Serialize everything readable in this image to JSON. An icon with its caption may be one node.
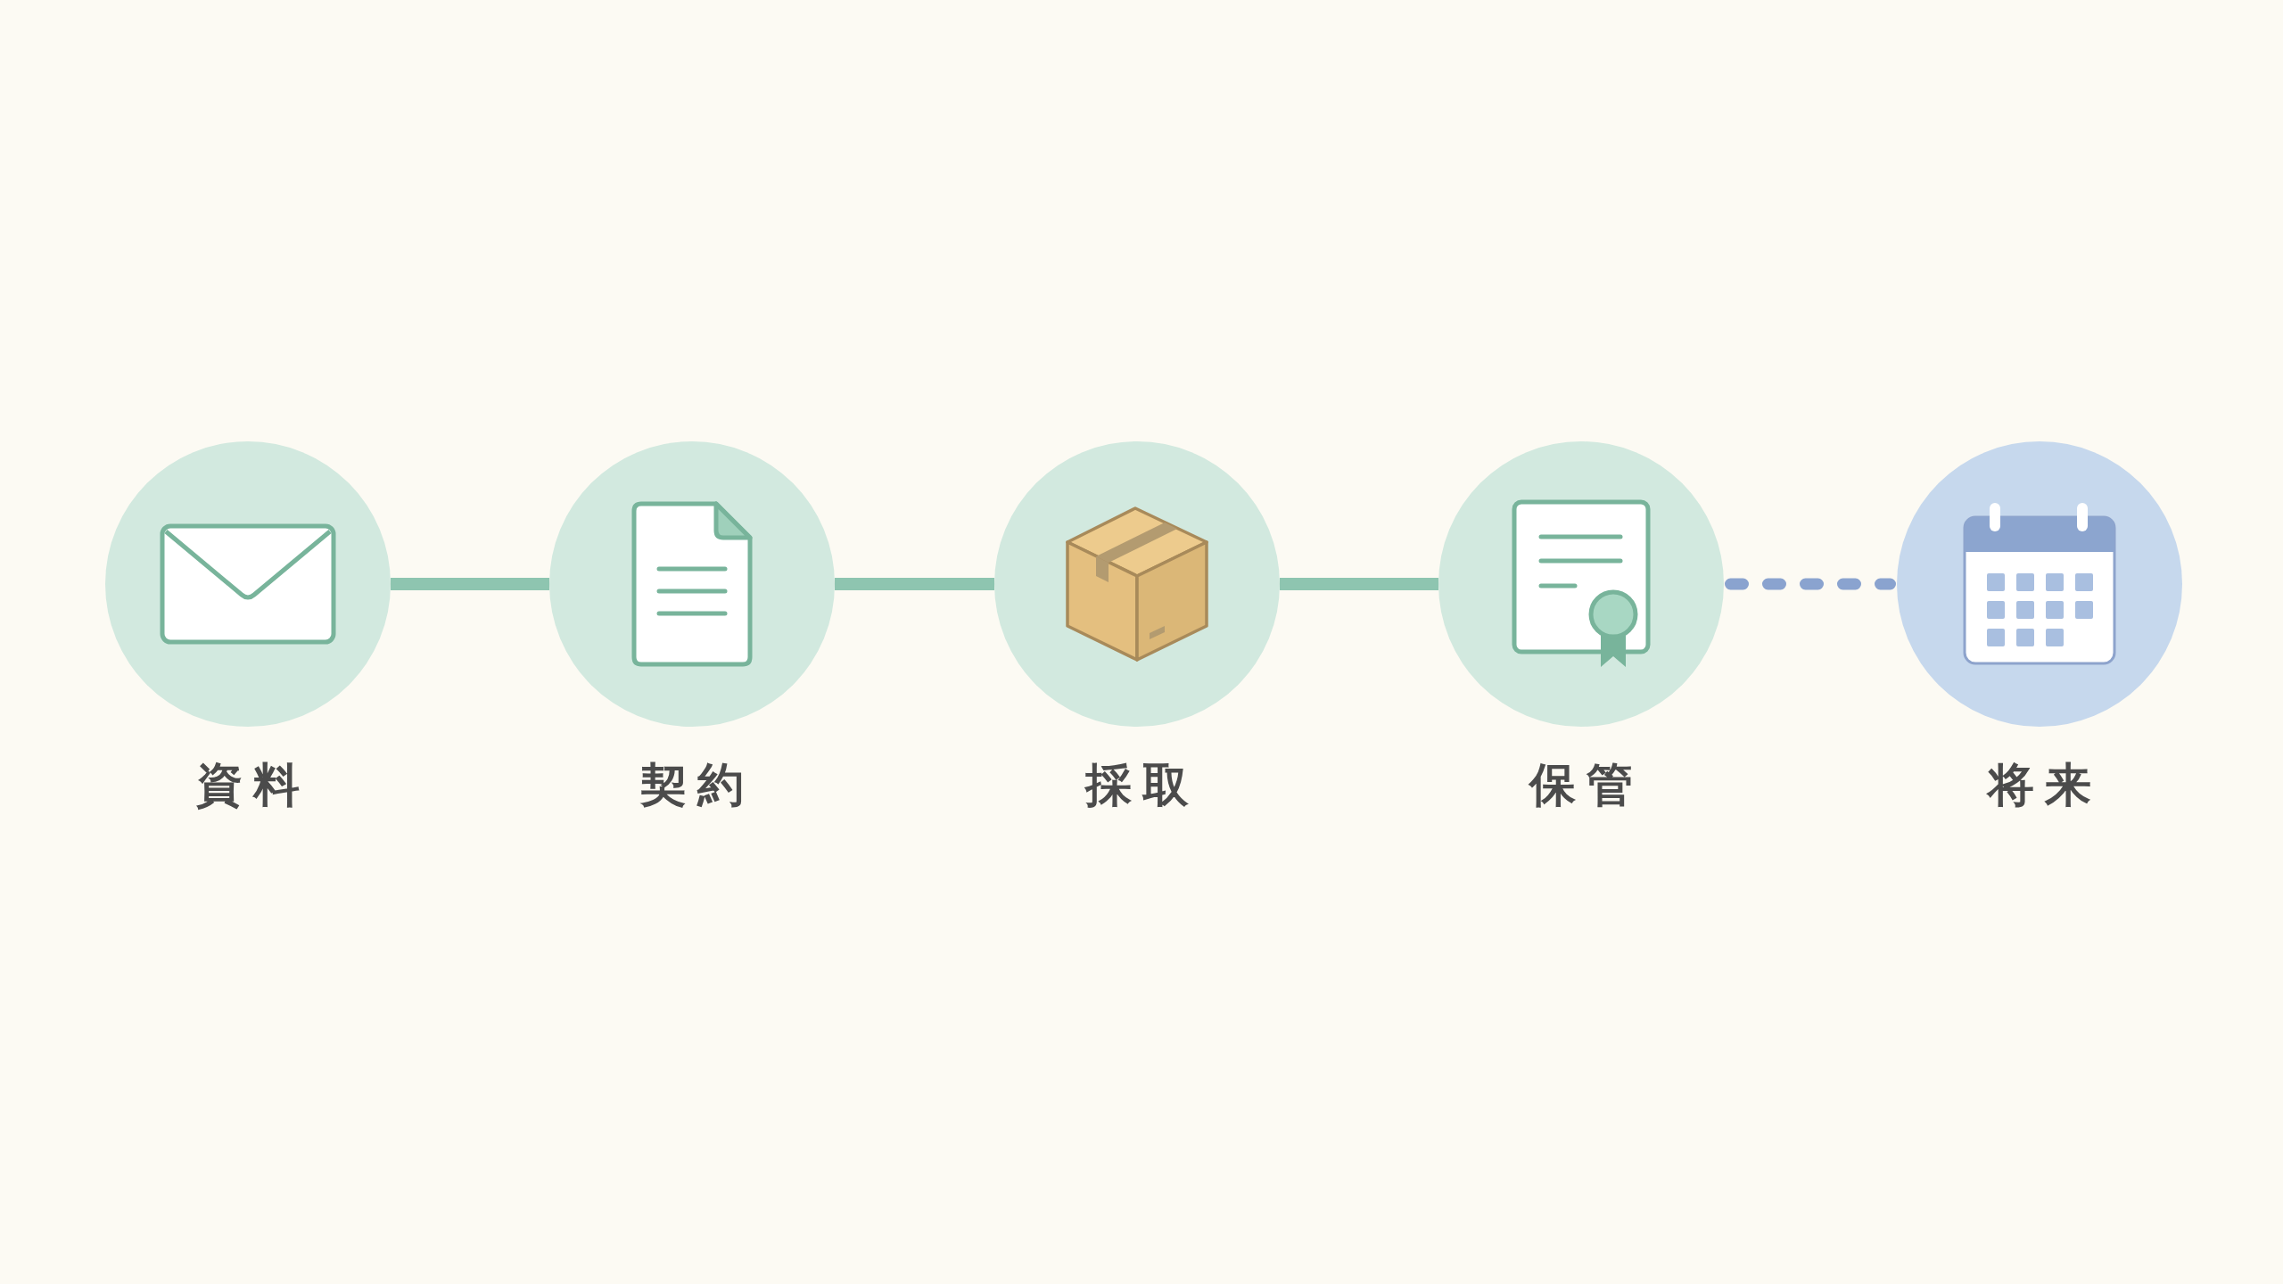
{
  "diagram": {
    "nodes": [
      {
        "text": [
          "資料"
        ]
      },
      {
        "text": [
          "契約"
        ]
      },
      {
        "text": [
          "採取"
        ]
      },
      {
        "text": [
          "保管"
        ]
      },
      {
        "text": [
          "将来"
        ]
      }
    ],
    "edges": [
      {
        "from": 0,
        "to": 1,
        "arrow": "none"
      },
      {
        "from": 1,
        "to": 2,
        "arrow": "none"
      },
      {
        "from": 2,
        "to": 3,
        "arrow": "none"
      },
      {
        "from": 3,
        "to": 4,
        "arrow": "none",
        "style": "dashed",
        "color": "#8aa3cf"
      }
    ]
  }
}
